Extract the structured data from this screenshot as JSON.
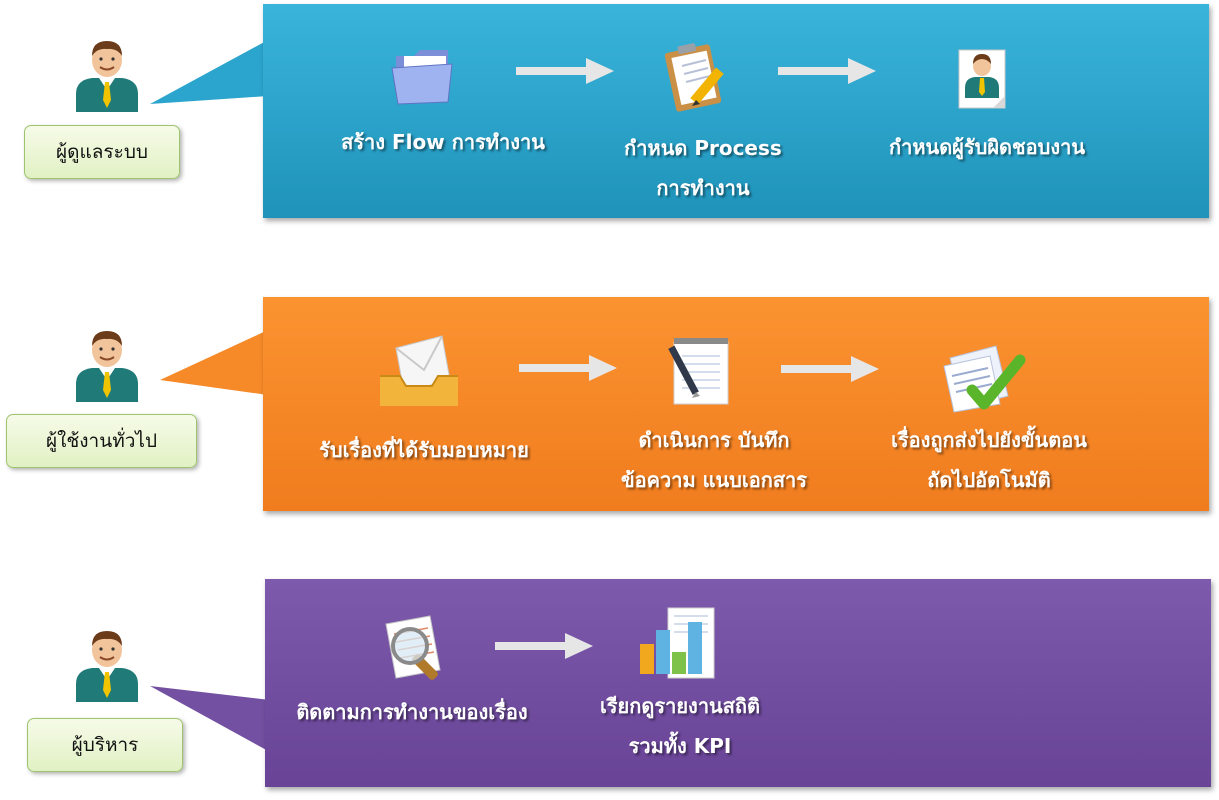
{
  "colors": {
    "band_blue": "#2ba5cd",
    "band_orange": "#f68a28",
    "band_purple": "#7350a1",
    "role_box": "#e8f5d2"
  },
  "rows": [
    {
      "role": "ผู้ดูแลระบบ",
      "steps": [
        {
          "label_1": "สร้าง Flow การทำงาน",
          "icon": "folder-icon"
        },
        {
          "label_1": "กำหนด Process",
          "label_2": "การทำงาน",
          "icon": "clipboard-pencil-icon"
        },
        {
          "label_1": "กำหนดผู้รับผิดชอบงาน",
          "icon": "user-card-icon"
        }
      ]
    },
    {
      "role": "ผู้ใช้งานทั่วไป",
      "steps": [
        {
          "label_1": "รับเรื่องที่ได้รับมอบหมาย",
          "icon": "inbox-envelope-icon"
        },
        {
          "label_1": "ดำเนินการ บันทึก",
          "label_2": "ข้อความ แนบเอกสาร",
          "icon": "notepad-pen-icon"
        },
        {
          "label_1": "เรื่องถูกส่งไปยังขั้นตอน",
          "label_2": "ถัดไปอัตโนมัติ",
          "icon": "document-check-icon"
        }
      ]
    },
    {
      "role": "ผู้บริหาร",
      "steps": [
        {
          "label_1": "ติดตามการทำงานของเรื่อง",
          "icon": "magnifier-document-icon"
        },
        {
          "label_1": "เรียกดูรายงานสถิติ",
          "label_2": "รวมทั้ง KPI",
          "icon": "bar-chart-report-icon"
        }
      ]
    }
  ]
}
